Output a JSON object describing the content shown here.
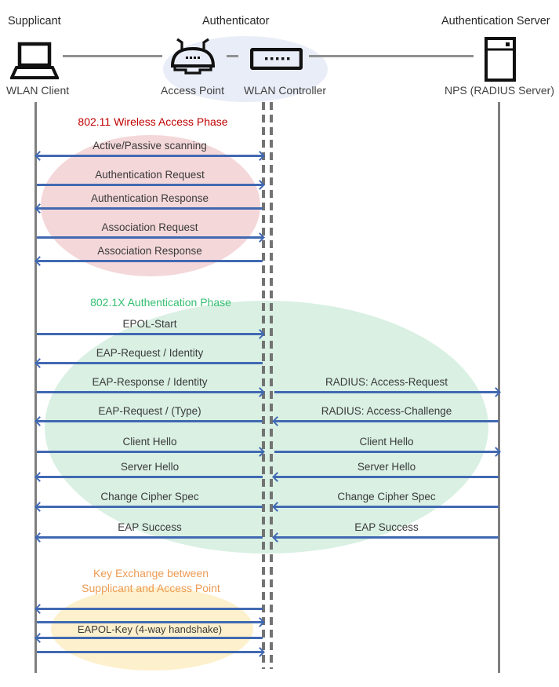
{
  "colors": {
    "arrow": "#4169B2",
    "lifeline": "#7F7F7F",
    "phase1": "#C00000",
    "phase2": "#33BE70",
    "phase3": "#ED9B53",
    "ellipse_pink": "#F4D7D9",
    "ellipse_green": "#D9F0E3",
    "ellipse_yellow": "#FDF0CC",
    "ellipse_blue": "#E9EDF7"
  },
  "header": {
    "roles": {
      "supplicant": "Supplicant",
      "authenticator": "Authenticator",
      "auth_server": "Authentication Server"
    },
    "devices": {
      "wlan_client": "WLAN Client",
      "access_point": "Access Point",
      "wlan_controller": "WLAN Controller",
      "nps": "NPS (RADIUS Server)"
    }
  },
  "phases": {
    "phase1": {
      "label": "802.11 Wireless Access Phase"
    },
    "phase2": {
      "label": "802.1X Authentication Phase"
    },
    "phase3": {
      "line1": "Key Exchange between",
      "line2": "Supplicant and Access Point"
    }
  },
  "messages": [
    {
      "label": "Active/Passive scanning",
      "from": "WLAN Client",
      "to": "WLAN Controller",
      "direction": "both"
    },
    {
      "label": "Authentication Request",
      "from": "WLAN Client",
      "to": "WLAN Controller",
      "direction": "right"
    },
    {
      "label": "Authentication Response",
      "from": "WLAN Controller",
      "to": "WLAN Client",
      "direction": "left"
    },
    {
      "label": "Association Request",
      "from": "WLAN Client",
      "to": "WLAN Controller",
      "direction": "right"
    },
    {
      "label": "Association Response",
      "from": "WLAN Controller",
      "to": "WLAN Client",
      "direction": "left"
    },
    {
      "label": "EPOL-Start",
      "from": "WLAN Client",
      "to": "WLAN Controller",
      "direction": "right"
    },
    {
      "label": "EAP-Request / Identity",
      "from": "WLAN Controller",
      "to": "WLAN Client",
      "direction": "left"
    },
    {
      "label": "EAP-Response / Identity",
      "from": "WLAN Client",
      "to": "WLAN Controller",
      "direction": "right"
    },
    {
      "label": "RADIUS: Access-Request",
      "from": "WLAN Controller",
      "to": "NPS (RADIUS Server)",
      "direction": "right"
    },
    {
      "label": "EAP-Request / (Type)",
      "from": "WLAN Controller",
      "to": "WLAN Client",
      "direction": "left"
    },
    {
      "label": "RADIUS: Access-Challenge",
      "from": "NPS (RADIUS Server)",
      "to": "WLAN Controller",
      "direction": "left"
    },
    {
      "label": "Client Hello",
      "from": "WLAN Client",
      "to": "WLAN Controller",
      "direction": "right"
    },
    {
      "label": "Client Hello",
      "from": "WLAN Controller",
      "to": "NPS (RADIUS Server)",
      "direction": "right"
    },
    {
      "label": "Server Hello",
      "from": "WLAN Controller",
      "to": "WLAN Client",
      "direction": "left"
    },
    {
      "label": "Server Hello",
      "from": "NPS (RADIUS Server)",
      "to": "WLAN Controller",
      "direction": "left"
    },
    {
      "label": "Change Cipher Spec",
      "from": "WLAN Controller",
      "to": "WLAN Client",
      "direction": "left"
    },
    {
      "label": "Change Cipher Spec",
      "from": "NPS (RADIUS Server)",
      "to": "WLAN Controller",
      "direction": "left"
    },
    {
      "label": "EAP Success",
      "from": "WLAN Controller",
      "to": "WLAN Client",
      "direction": "left"
    },
    {
      "label": "EAP Success",
      "from": "NPS (RADIUS Server)",
      "to": "WLAN Controller",
      "direction": "left"
    },
    {
      "label": "",
      "from": "WLAN Controller",
      "to": "WLAN Client",
      "direction": "left"
    },
    {
      "label": "",
      "from": "WLAN Client",
      "to": "WLAN Controller",
      "direction": "right"
    },
    {
      "label": "EAPOL-Key (4-way handshake)",
      "from": "WLAN Controller",
      "to": "WLAN Client",
      "direction": "left"
    },
    {
      "label": "",
      "from": "WLAN Client",
      "to": "WLAN Controller",
      "direction": "right"
    }
  ]
}
